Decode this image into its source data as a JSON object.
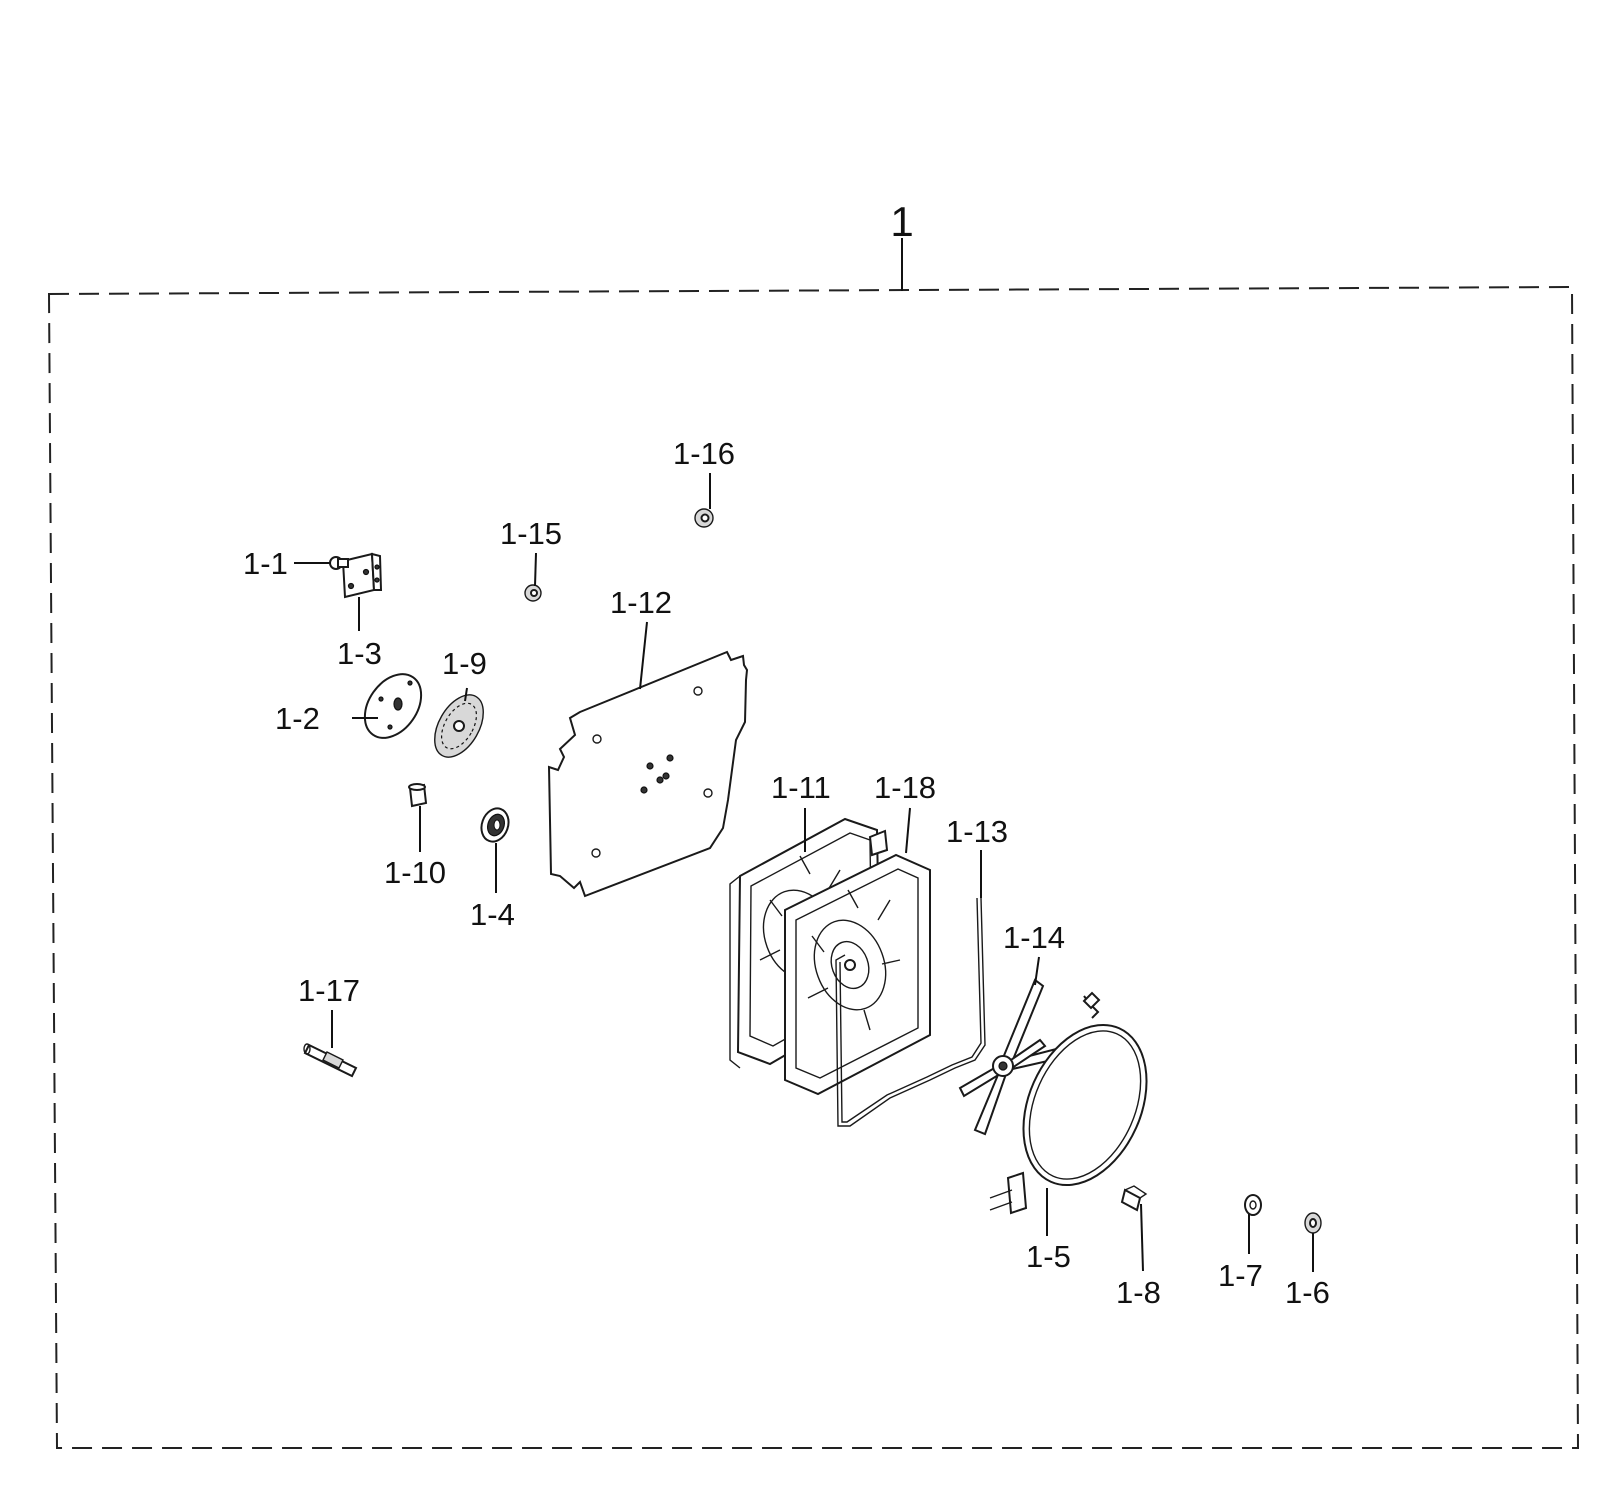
{
  "assembly_label": "1",
  "callouts": {
    "c1_1": "1-1",
    "c1_2": "1-2",
    "c1_3": "1-3",
    "c1_4": "1-4",
    "c1_5": "1-5",
    "c1_6": "1-6",
    "c1_7": "1-7",
    "c1_8": "1-8",
    "c1_9": "1-9",
    "c1_10": "1-10",
    "c1_11": "1-11",
    "c1_12": "1-12",
    "c1_13": "1-13",
    "c1_14": "1-14",
    "c1_15": "1-15",
    "c1_16": "1-16",
    "c1_17": "1-17",
    "c1_18": "1-18"
  }
}
